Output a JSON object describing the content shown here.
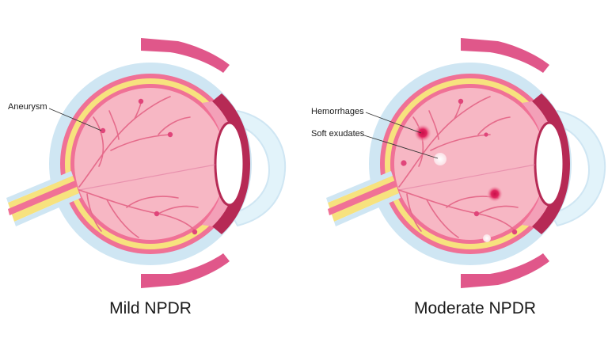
{
  "panels": [
    {
      "caption": "Mild NPDR",
      "labels": [
        {
          "text": "Aneurysm"
        }
      ]
    },
    {
      "caption": "Moderate NPDR",
      "labels": [
        {
          "text": "Hemorrhages"
        },
        {
          "text": "Soft exudates"
        }
      ]
    }
  ],
  "colors": {
    "sclera": "#cfe6f3",
    "choroid": "#f07196",
    "retina_band": "#f7e27e",
    "vitreous": "#f7b7c4",
    "vessel": "#e56b8b",
    "lens": "#ffffff",
    "cornea": "#e2f3fa",
    "ciliary": "#b62a55",
    "hemorrhage": "#e0245e",
    "exudate": "#fbe0e6"
  }
}
